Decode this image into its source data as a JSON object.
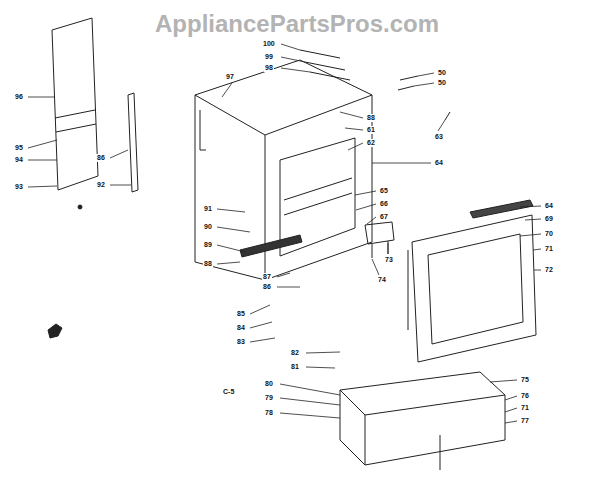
{
  "diagram": {
    "labels": [
      "AppliancePartsPros.com",
      "96",
      "95",
      "94",
      "93",
      "86",
      "92",
      "97",
      "100",
      "99",
      "98",
      "50",
      "50",
      "88",
      "61",
      "62",
      "63",
      "64",
      "65",
      "66",
      "67",
      "64",
      "69",
      "70",
      "71",
      "72",
      "91",
      "90",
      "89",
      "88",
      "87",
      "86",
      "85",
      "84",
      "83",
      "73",
      "74",
      "82",
      "81",
      "80",
      "79",
      "78",
      "C-5",
      "75",
      "76",
      "71",
      "77"
    ]
  }
}
